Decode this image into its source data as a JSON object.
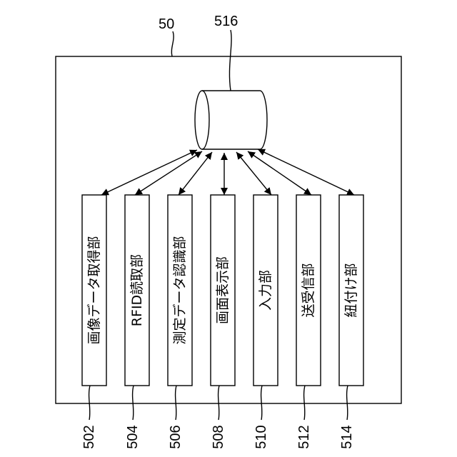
{
  "device": {
    "ref": "50"
  },
  "storage": {
    "ref": "516"
  },
  "units": [
    {
      "ref": "502",
      "label": "画像データ取得部"
    },
    {
      "ref": "504",
      "label": "RFID読取部"
    },
    {
      "ref": "506",
      "label": "測定データ認識部"
    },
    {
      "ref": "508",
      "label": "画面表示部"
    },
    {
      "ref": "510",
      "label": "入力部"
    },
    {
      "ref": "512",
      "label": "送受信部"
    },
    {
      "ref": "514",
      "label": "紐付け部"
    }
  ]
}
